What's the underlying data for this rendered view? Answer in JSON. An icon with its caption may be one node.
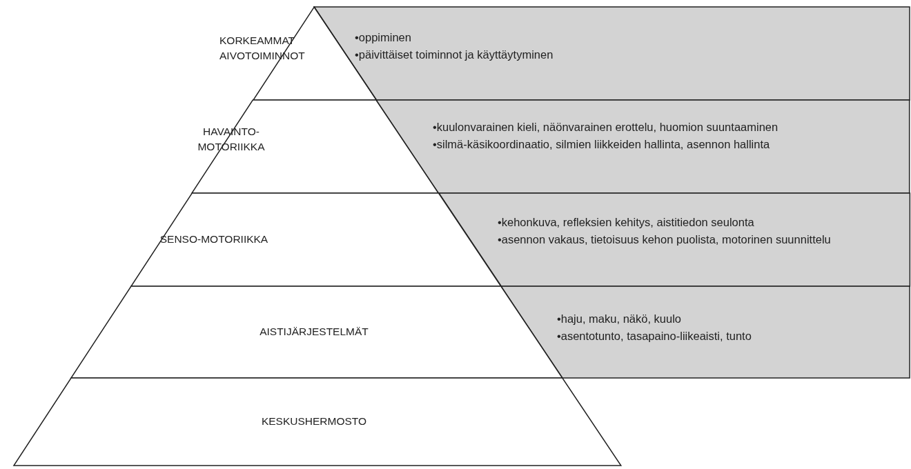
{
  "diagram": {
    "nodes": [
      {
        "text": [
          "KORKEAMMAT AIVOTOIMINNOT"
        ]
      },
      {
        "text": [
          "•oppiminen",
          "•päivittäiset toiminnot ja käyttäytyminen"
        ]
      },
      {
        "text": [
          "HAVAINTO-MOTORIIKKA"
        ]
      },
      {
        "text": [
          "•kuulonvarainen kieli, näönvarainen erottelu, huomion suuntaaminen",
          "•silmä-käsikoordinaatio, silmien liikkeiden hallinta, asennon hallinta"
        ]
      },
      {
        "text": [
          "SENSO-MOTORIIKKA"
        ]
      },
      {
        "text": [
          "•kehonkuva, refleksien kehitys, aistitiedon seulonta",
          "•asennon vakaus, tietoisuus kehon puolista, motorinen suunnittelu"
        ]
      },
      {
        "text": [
          "AISTIJÄRJESTELMÄT"
        ]
      },
      {
        "text": [
          "•haju, maku, näkö, kuulo",
          "•asentotunto, tasapaino-liikeaisti, tunto"
        ]
      },
      {
        "text": [
          "KESKUSHERMOSTO"
        ]
      }
    ],
    "edges": []
  }
}
